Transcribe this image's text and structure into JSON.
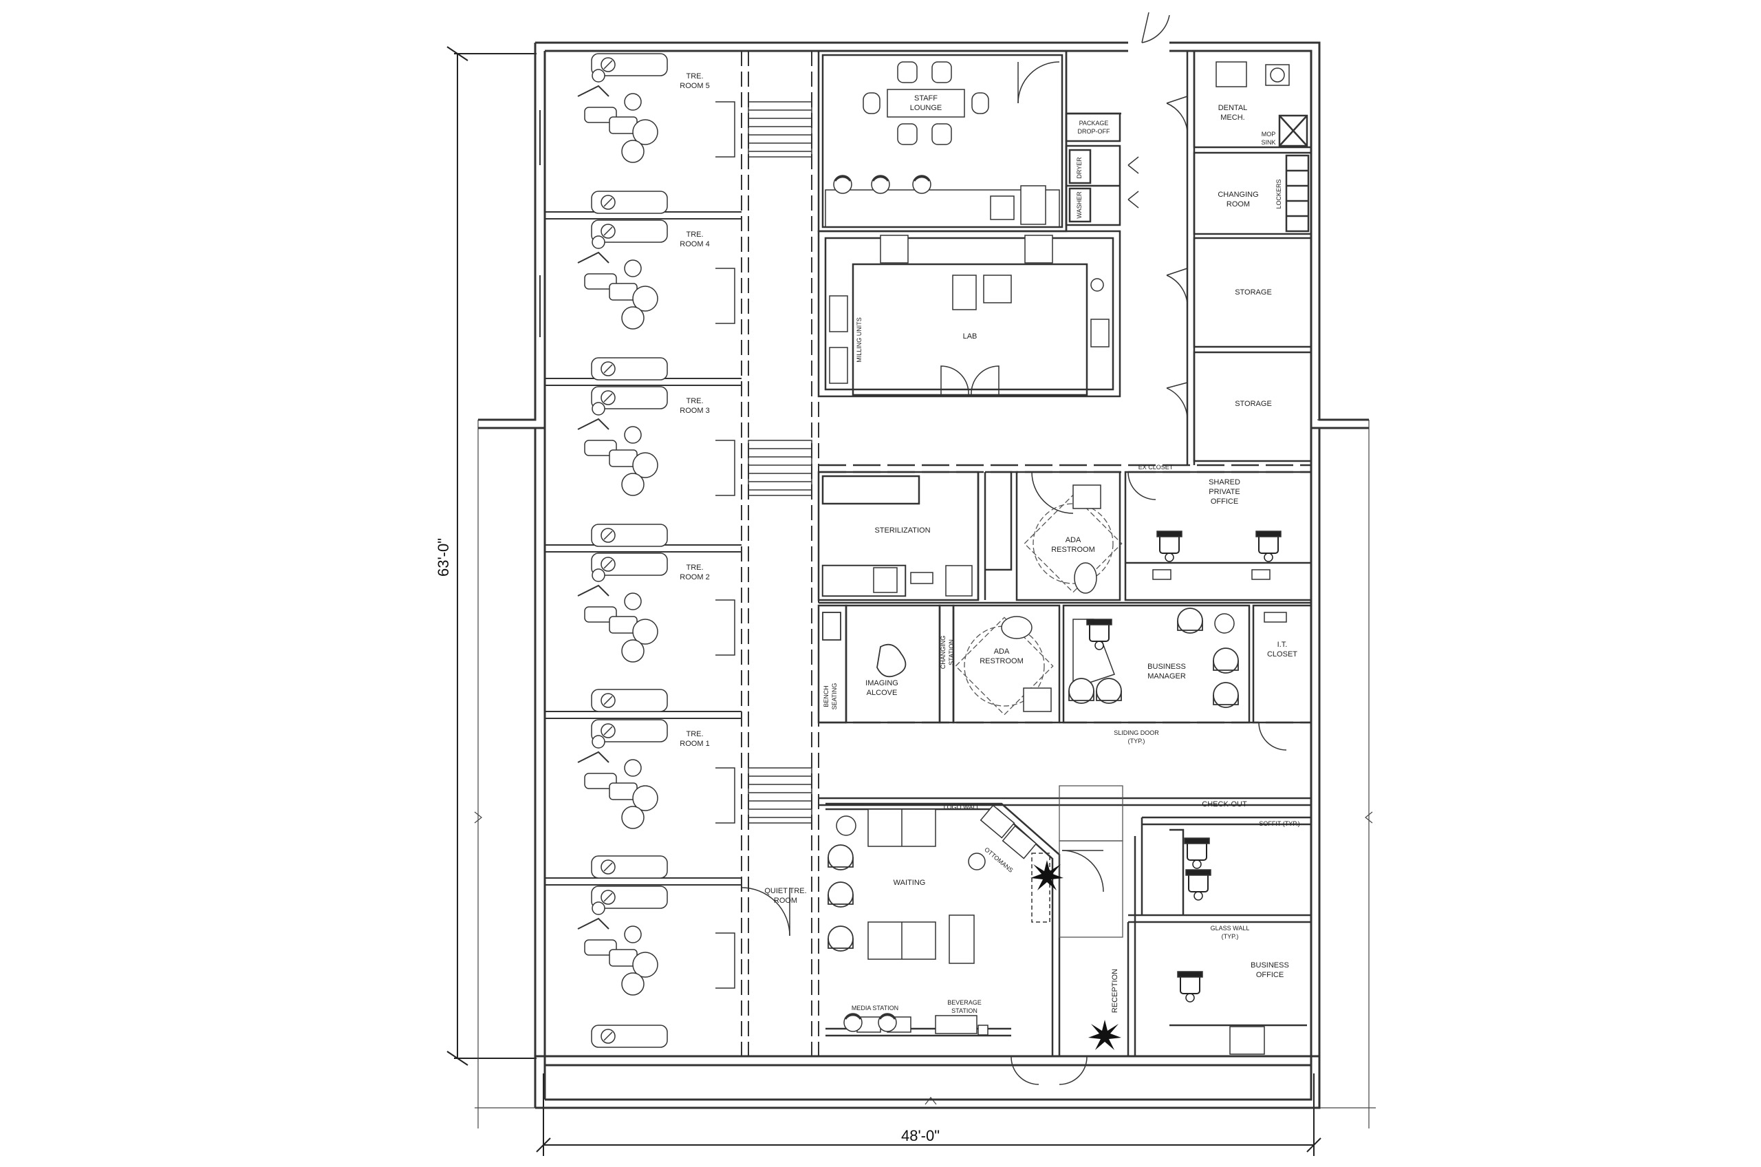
{
  "dimensions": {
    "height": "63'-0\"",
    "width": "48'-0\""
  },
  "rooms": {
    "tre5": [
      "TRE.",
      "ROOM 5"
    ],
    "tre4": [
      "TRE.",
      "ROOM 4"
    ],
    "tre3": [
      "TRE.",
      "ROOM 3"
    ],
    "tre2": [
      "TRE.",
      "ROOM 2"
    ],
    "tre1": [
      "TRE.",
      "ROOM 1"
    ],
    "quiet": [
      "QUIET TRE.",
      "ROOM"
    ],
    "staff_lounge": [
      "STAFF",
      "LOUNGE"
    ],
    "package": [
      "PACKAGE",
      "DROP-OFF"
    ],
    "dryer": "DRYER",
    "washer": "WASHER",
    "dental_mech": [
      "DENTAL",
      "MECH."
    ],
    "mop_sink": [
      "MOP",
      "SINK"
    ],
    "changing_room": [
      "CHANGING",
      "ROOM"
    ],
    "lockers": "LOCKERS",
    "storage1": "STORAGE",
    "storage2": "STORAGE",
    "lab": "LAB",
    "milling": "MILLING UNITS",
    "sterilization": "STERILIZATION",
    "ada1": [
      "ADA",
      "RESTROOM"
    ],
    "ada2": [
      "ADA",
      "RESTROOM"
    ],
    "ex_closet": "EX CLOSET",
    "shared_office": [
      "SHARED",
      "PRIVATE",
      "OFFICE"
    ],
    "bench": [
      "BENCH",
      "SEATING"
    ],
    "imaging": [
      "IMAGING",
      "ALCOVE"
    ],
    "changing_station": [
      "CHANGING",
      "STATION"
    ],
    "business_manager": [
      "BUSINESS",
      "MANAGER"
    ],
    "it_closet": [
      "I.T.",
      "CLOSET"
    ],
    "sliding_door": [
      "SLIDING DOOR",
      "(TYP.)"
    ],
    "logo_wall": "LOGO WALL",
    "ottomans": "OTTOMANS",
    "waiting": "WAITING",
    "check_out": "CHECK-OUT",
    "soffit": "SOFFIT (TYP.)",
    "glass_wall": [
      "GLASS WALL",
      "(TYP.)"
    ],
    "business_office": [
      "BUSINESS",
      "OFFICE"
    ],
    "reception": "RECEPTION",
    "media_station": "MEDIA STATION",
    "beverage_station": [
      "BEVERAGE",
      "STATION"
    ]
  }
}
